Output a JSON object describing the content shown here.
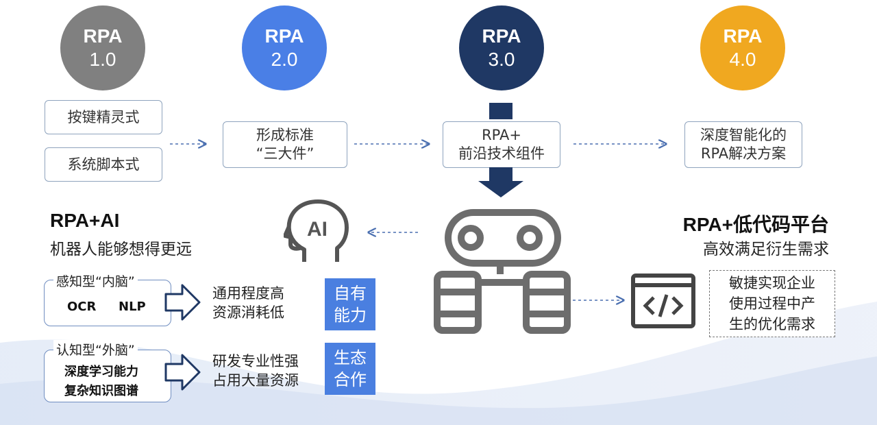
{
  "stages": [
    {
      "line1": "RPA",
      "line2": "1.0",
      "color": "#808080"
    },
    {
      "line1": "RPA",
      "line2": "2.0",
      "color": "#4a7fe6"
    },
    {
      "line1": "RPA",
      "line2": "3.0",
      "color": "#1f3864"
    },
    {
      "line1": "RPA",
      "line2": "4.0",
      "color": "#f0a820"
    }
  ],
  "stage_boxes": {
    "s1a": "按键精灵式",
    "s1b": "系统脚本式",
    "s2": [
      "形成标准",
      "“三大件”"
    ],
    "s3": [
      "RPA+",
      "前沿技术组件"
    ],
    "s4": [
      "深度智能化的",
      "RPA解决方案"
    ]
  },
  "left": {
    "title": "RPA+AI",
    "subtitle": "机器人能够想得更远",
    "group1": {
      "label": "感知型“内脑”",
      "items": [
        "OCR",
        "NLP"
      ],
      "desc": [
        "通用程度高",
        "资源消耗低"
      ],
      "tag": [
        "自有",
        "能力"
      ]
    },
    "group2": {
      "label": "认知型“外脑”",
      "items": [
        "深度学习能力",
        "复杂知识图谱"
      ],
      "desc": [
        "研发专业性强",
        "占用大量资源"
      ],
      "tag": [
        "生态",
        "合作"
      ]
    }
  },
  "right": {
    "title": "RPA+低代码平台",
    "subtitle": "高效满足衍生需求",
    "desc": [
      "敏捷实现企业",
      "使用过程中产",
      "生的优化需求"
    ]
  },
  "icons": {
    "ai": "ai-head-icon",
    "robot": "robot-icon",
    "code": "code-icon"
  },
  "colors": {
    "accent_blue": "#4a7fe0",
    "navy": "#1f3864",
    "dash_blue": "#4a6fb0"
  }
}
